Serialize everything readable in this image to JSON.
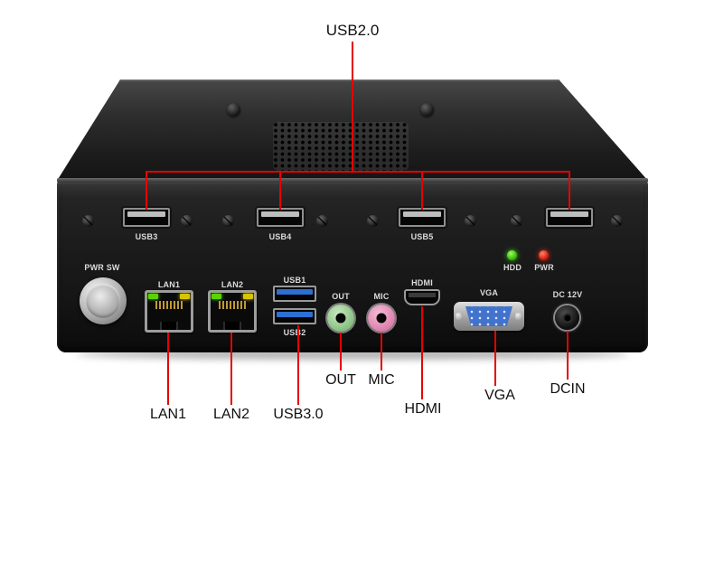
{
  "callouts": {
    "top_label": "USB2.0",
    "bottom": {
      "lan1": "LAN1",
      "lan2": "LAN2",
      "usb30": "USB3.0",
      "out": "OUT",
      "mic": "MIC",
      "hdmi": "HDMI",
      "vga": "VGA",
      "dcin": "DCIN"
    }
  },
  "panel": {
    "usb3": "USB3",
    "usb4": "USB4",
    "usb5": "USB5",
    "pwr_sw": "PWR SW",
    "lan1": "LAN1",
    "lan2": "LAN2",
    "usb1": "USB1",
    "usb2": "USB2",
    "out": "OUT",
    "mic": "MIC",
    "hdmi": "HDMI",
    "vga": "VGA",
    "dc12v": "DC 12V",
    "hdd": "HDD",
    "pwr": "PWR"
  },
  "colors": {
    "callout_line": "#e60000",
    "chassis_black": "#1b1b1b",
    "led_green": "#2db200",
    "led_red": "#cc1400",
    "audio_out_green": "#8cc285",
    "audio_mic_pink": "#de83ad",
    "vga_blue": "#4273cc",
    "usb3_tongue_blue": "#2e6fd2"
  }
}
